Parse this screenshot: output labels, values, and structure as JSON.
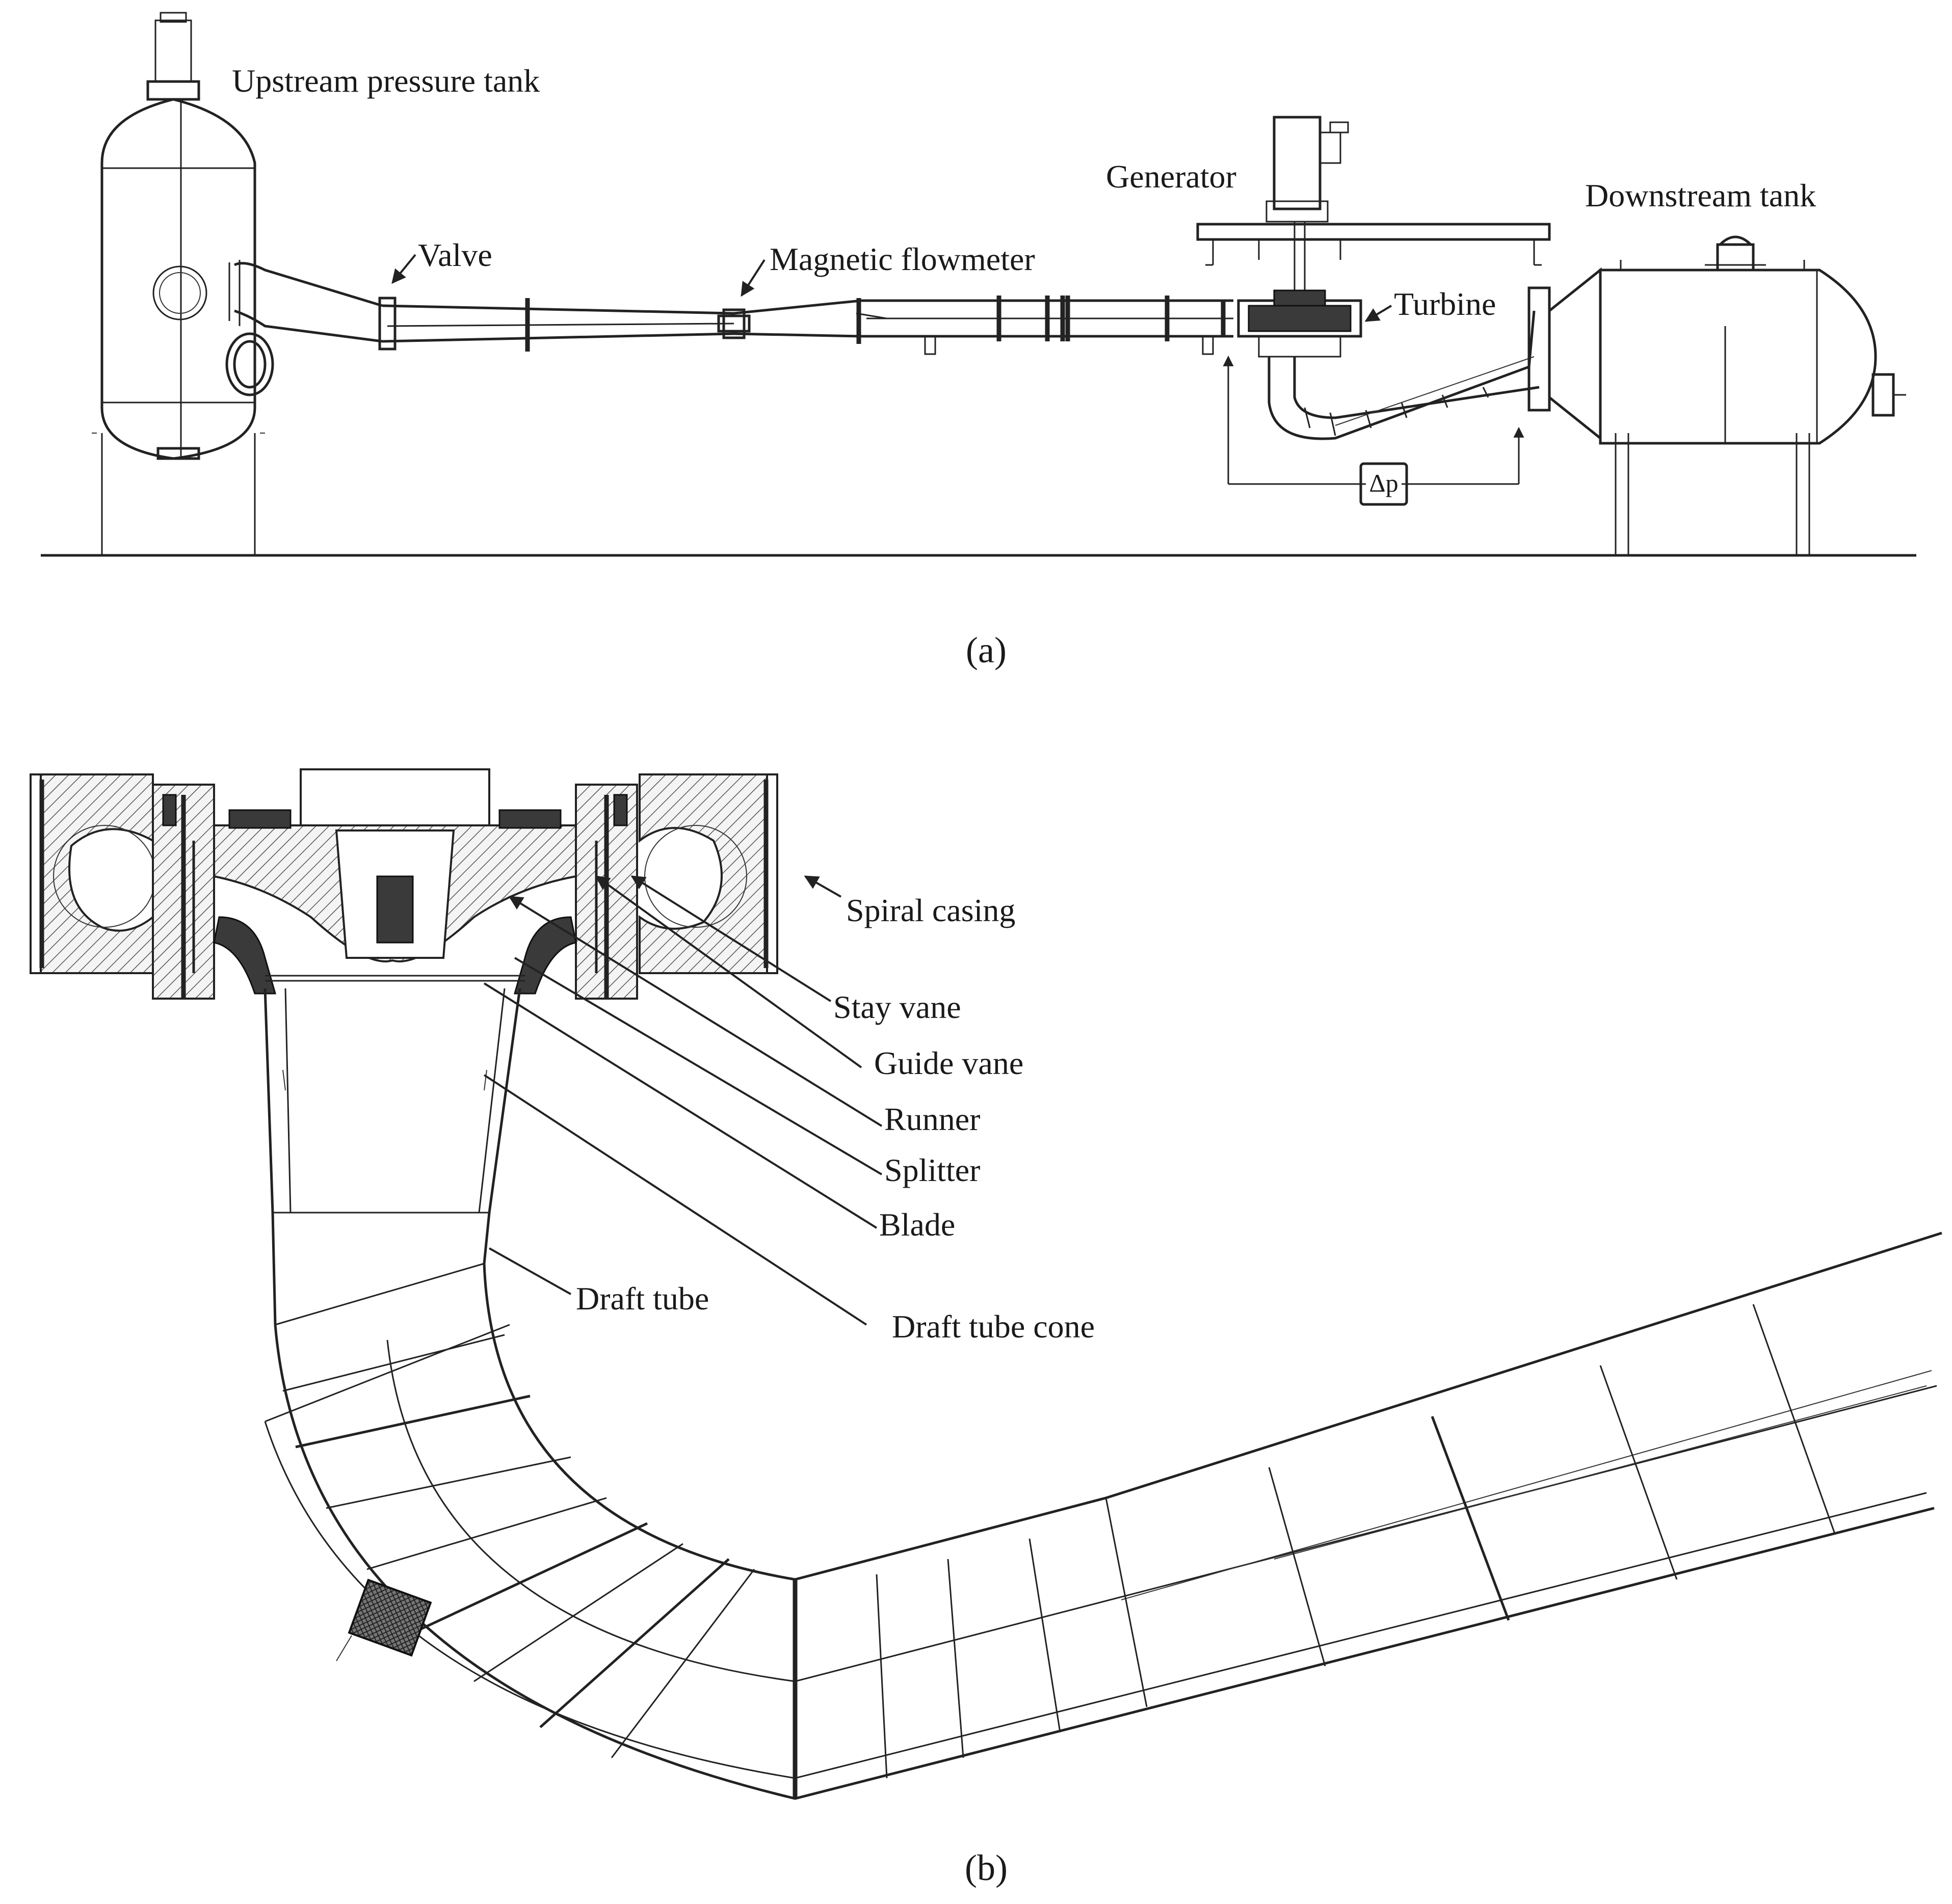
{
  "figure_a": {
    "caption": "(a)",
    "labels": {
      "upstream_tank": "Upstream pressure tank",
      "valve": "Valve",
      "flowmeter": "Magnetic flowmeter",
      "generator": "Generator",
      "downstream_tank": "Downstream tank",
      "turbine": "Turbine",
      "pressure_diff": "Δp"
    }
  },
  "figure_b": {
    "caption": "(b)",
    "labels": {
      "spiral_casing": "Spiral casing",
      "stay_vane": "Stay vane",
      "guide_vane": "Guide vane",
      "runner": "Runner",
      "splitter": "Splitter",
      "blade": "Blade",
      "draft_tube": "Draft tube",
      "draft_tube_cone": "Draft tube cone"
    }
  }
}
